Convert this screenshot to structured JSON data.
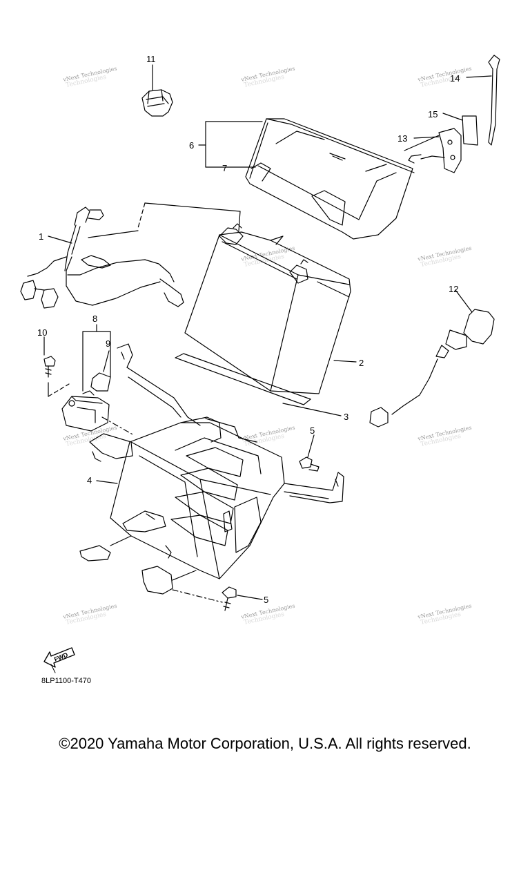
{
  "watermark": {
    "line1": "vNext Technologies",
    "line2": "Technologies"
  },
  "callouts": {
    "c1": "1",
    "c2": "2",
    "c3": "3",
    "c4": "4",
    "c5a": "5",
    "c5b": "5",
    "c6": "6",
    "c7": "7",
    "c8": "8",
    "c9": "9",
    "c10": "10",
    "c11": "11",
    "c12": "12",
    "c13": "13",
    "c14": "14",
    "c15": "15"
  },
  "fwd_label": "FWD",
  "diagram_code": "8LP1100-T470",
  "copyright": "©2020 Yamaha Motor Corporation, U.S.A. All rights reserved.",
  "colors": {
    "line": "#000000",
    "watermark": "#9a9a9a",
    "background": "#ffffff"
  }
}
